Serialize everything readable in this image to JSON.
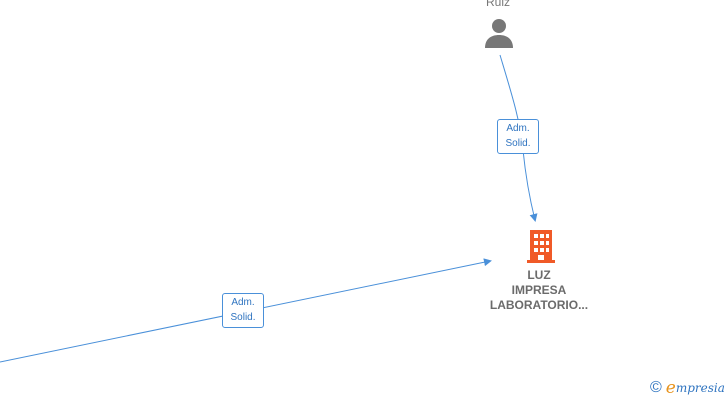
{
  "person": {
    "name": "Ruiz",
    "icon": "person-icon"
  },
  "edges": [
    {
      "label_line1": "Adm.",
      "label_line2": "Solid."
    },
    {
      "label_line1": "Adm.",
      "label_line2": "Solid."
    }
  ],
  "company": {
    "icon": "building-icon",
    "line1": "LUZ",
    "line2": "IMPRESA",
    "line3": "LABORATORIO..."
  },
  "brand": {
    "copyright_symbol": "©",
    "logo_letter": "e",
    "logo_rest": "mpresia"
  },
  "colors": {
    "edge": "#4a90d9",
    "building": "#f05a28",
    "person": "#777777",
    "brand_orange": "#e8941e",
    "brand_blue": "#2f74c0"
  }
}
